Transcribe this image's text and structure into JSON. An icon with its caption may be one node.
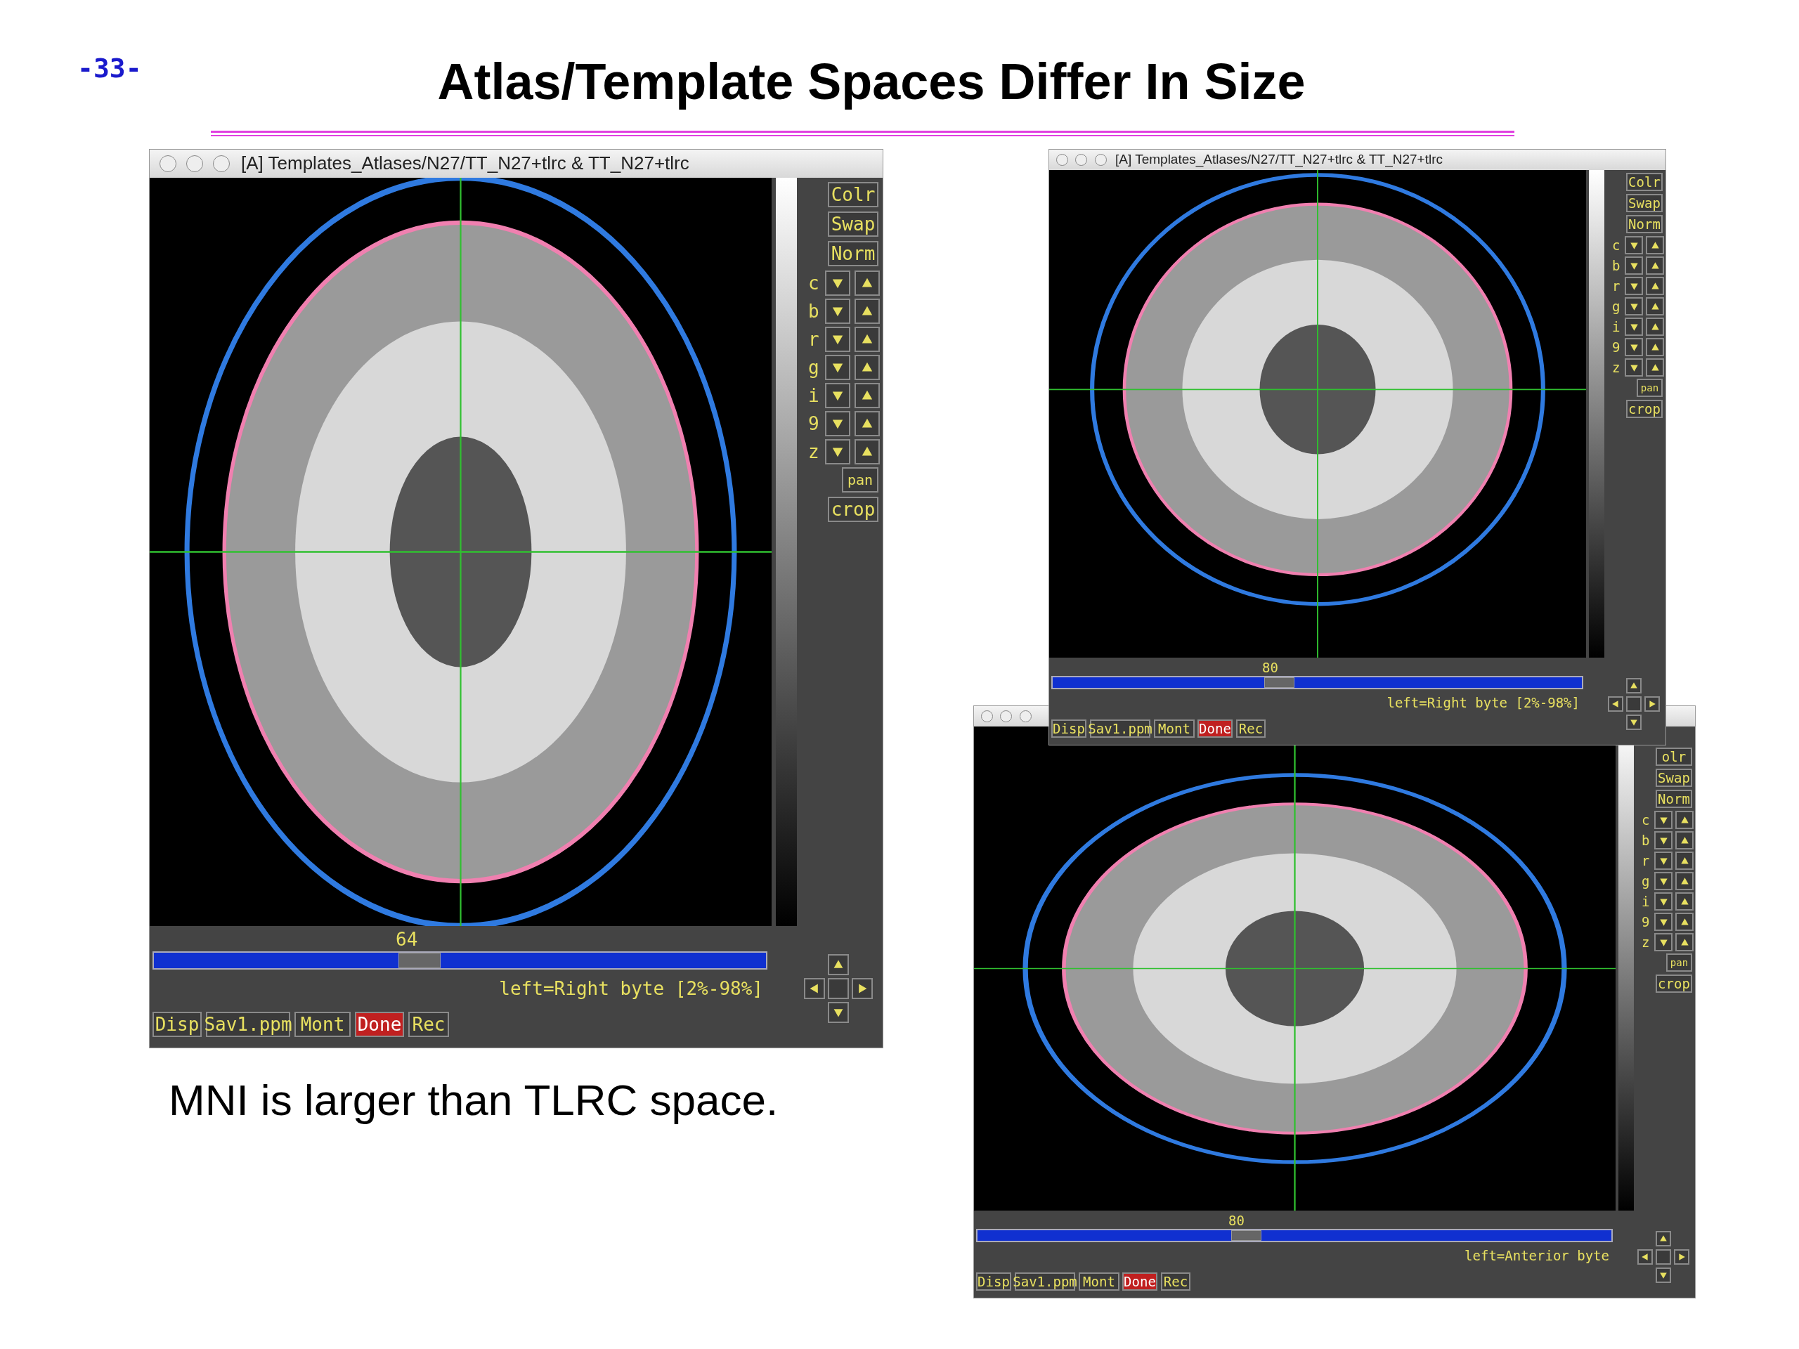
{
  "diagram": {
    "title": "Atlas/Template Spaces Differ In Size",
    "caption": "MNI is larger than TLRC space.",
    "labels": [
      "-33-",
      "[A] Templates_Atlases/N27/TT_N27+tlrc & TT_N27+tlrc",
      "Colr",
      "Swap",
      "Norm",
      "c",
      "b",
      "r",
      "g",
      "i",
      "9",
      "z",
      "pan",
      "crop",
      "64",
      "left=Right byte [2%-98%]",
      "Disp",
      "Sav1.ppm",
      "Mont",
      "Done",
      "Rec",
      "[A] Templates_Atlases/N27/TT_N27+tlrc & TT_N27+tlrc",
      "Colr",
      "Swap",
      "Norm",
      "c",
      "b",
      "r",
      "g",
      "i",
      "9",
      "z",
      "pan",
      "crop",
      "80",
      "left=Right byte [2%-98%]",
      "Disp",
      "Sav1.ppm",
      "Mont",
      "Done",
      "Rec",
      "olr",
      "Swap",
      "Norm",
      "c",
      "b",
      "r",
      "g",
      "i",
      "9",
      "z",
      "pan",
      "crop",
      "80",
      "left=Anterior byte",
      "Disp",
      "Sav1.ppm",
      "Mont",
      "Done",
      "Rec"
    ]
  }
}
